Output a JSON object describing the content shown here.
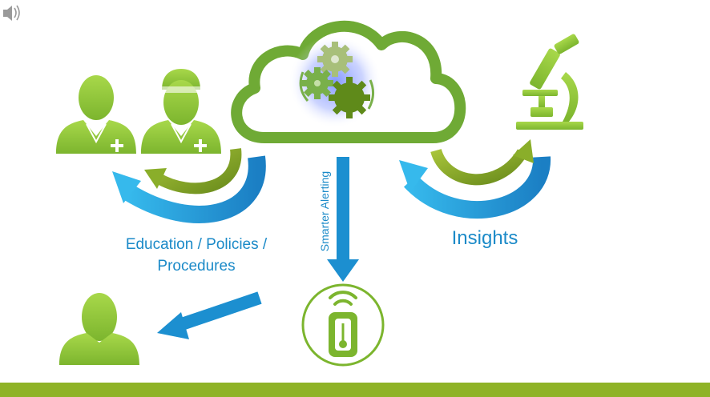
{
  "labels": {
    "education": [
      "Education / Policies /",
      "Procedures"
    ],
    "insights": "Insights",
    "alerting": "Smarter Alerting"
  },
  "colors": {
    "green": "#8dc63f",
    "green_dark": "#6b9a22",
    "cloud_green": "#6faa35",
    "blue": "#1c8fd0",
    "blue_light": "#35b7ea",
    "gear_glow": "#5577ff",
    "bar": "#8fb327",
    "speaker": "#9a9a9a"
  },
  "icons": {
    "speaker": "speaker-icon",
    "cloud": "cloud-icon",
    "gears": "gears-icon",
    "clinicians": "medical-staff-icon",
    "microscope": "microscope-icon",
    "patient": "person-icon",
    "sensor": "temperature-sensor-icon"
  }
}
